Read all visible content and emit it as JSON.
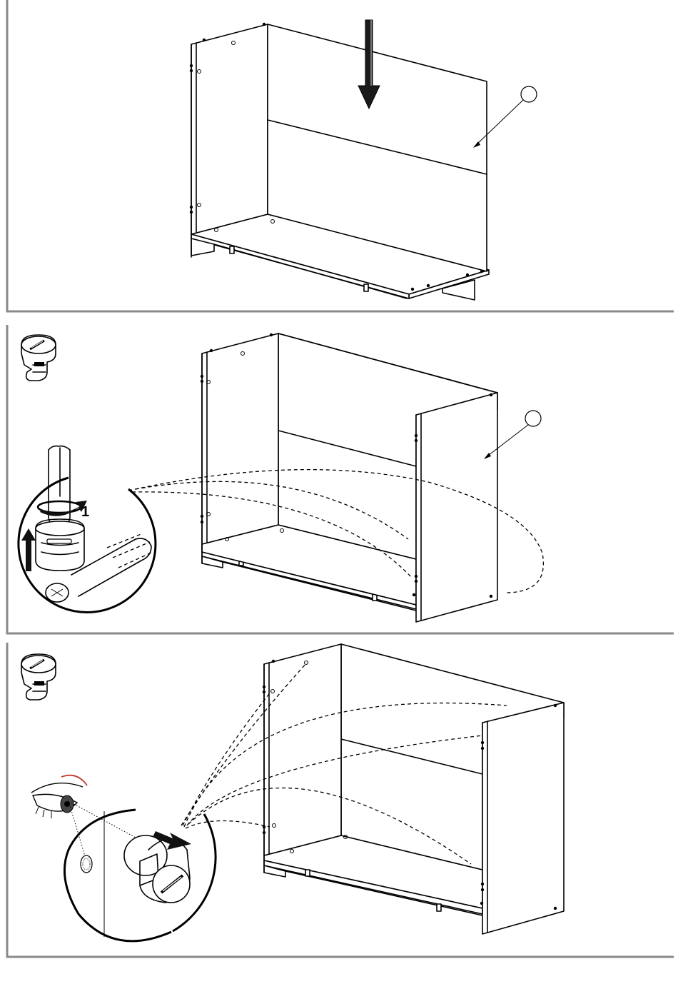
{
  "steps": [
    {
      "id": "step-1",
      "callout_label": ""
    },
    {
      "id": "step-2",
      "callout_label": "",
      "detail_step_number": "1"
    },
    {
      "id": "step-3",
      "callout_label": ""
    }
  ],
  "icons": {
    "cam_lock": "cam-lock-icon",
    "screwdriver": "screwdriver-icon",
    "eye": "eye-icon",
    "down_arrow": "down-arrow-icon",
    "push_arrow": "push-arrow-icon"
  },
  "colors": {
    "line": "#000000",
    "frame": "#8a8a8a",
    "eye_brow_accent": "#c0392b"
  }
}
